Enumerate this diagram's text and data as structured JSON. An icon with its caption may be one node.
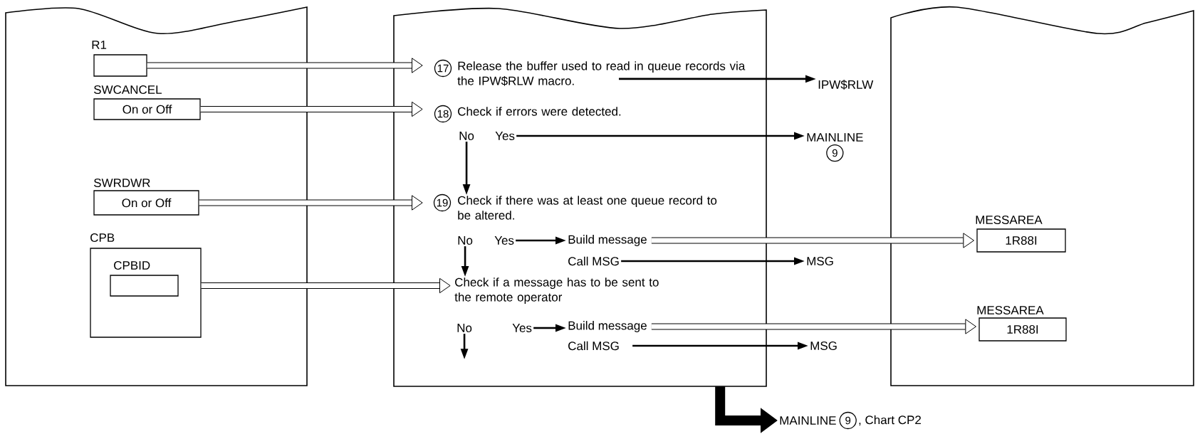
{
  "diagram": {
    "nodes": [
      {
        "text": [],
        "shape": "box"
      },
      {
        "text": [
          "R1"
        ],
        "in": 0
      },
      {
        "text": [
          "SWCANCEL",
          "On or Off"
        ],
        "in": 0
      },
      {
        "text": [
          "SWRDWR",
          "On or Off"
        ],
        "in": 0
      },
      {
        "text": [
          "CPB"
        ],
        "in": 0
      },
      {
        "text": [
          "CPBID"
        ],
        "in": 4
      },
      {
        "text": [],
        "shape": "box"
      },
      {
        "text": [
          "17",
          "Release the buffer used to read in queue records via the IPW$RLW macro."
        ],
        "in": 6
      },
      {
        "text": [
          "18",
          "Check if errors were detected."
        ],
        "in": 6
      },
      {
        "text": [
          "No"
        ],
        "in": 6
      },
      {
        "text": [
          "Yes"
        ],
        "in": 6
      },
      {
        "text": [
          "19",
          "Check if there was at least one queue record to be altered."
        ],
        "in": 6
      },
      {
        "text": [
          "No"
        ],
        "in": 6
      },
      {
        "text": [
          "Yes"
        ],
        "in": 6
      },
      {
        "text": [
          "Build message"
        ],
        "in": 6
      },
      {
        "text": [
          "Call MSG"
        ],
        "in": 6
      },
      {
        "text": [
          "Check if a message has to be sent to the remote operator"
        ],
        "in": 6
      },
      {
        "text": [
          "No"
        ],
        "in": 6
      },
      {
        "text": [
          "Yes"
        ],
        "in": 6
      },
      {
        "text": [
          "Build message"
        ],
        "in": 6
      },
      {
        "text": [
          "Call MSG"
        ],
        "in": 6
      },
      {
        "text": [
          "IPW$RLW"
        ]
      },
      {
        "text": [
          "MAINLINE",
          "9"
        ]
      },
      {
        "text": [
          "MSG"
        ]
      },
      {
        "text": [
          "MSG"
        ]
      },
      {
        "text": [],
        "shape": "box"
      },
      {
        "text": [
          "MESSAREA",
          "1R88I"
        ],
        "in": 25
      },
      {
        "text": [
          "MESSAREA",
          "1R88I"
        ],
        "in": 25
      },
      {
        "text": [
          "MAINLINE",
          "9",
          ", Chart CP2"
        ]
      }
    ],
    "edges": [
      {
        "from": 1,
        "to": 7,
        "arrow": "to",
        "style": "thick"
      },
      {
        "from": 2,
        "to": 8,
        "arrow": "to",
        "style": "thick"
      },
      {
        "from": 3,
        "to": 11,
        "arrow": "to",
        "style": "thick"
      },
      {
        "from": 4,
        "to": 16,
        "arrow": "to",
        "style": "thick"
      },
      {
        "from": 7,
        "to": 21,
        "arrow": "to"
      },
      {
        "from": 10,
        "to": 22,
        "arrow": "to"
      },
      {
        "from": 9,
        "to": 11,
        "arrow": "to"
      },
      {
        "from": 13,
        "to": 14,
        "arrow": "to"
      },
      {
        "from": 14,
        "to": 26,
        "arrow": "to",
        "style": "thick"
      },
      {
        "from": 15,
        "to": 23,
        "arrow": "to"
      },
      {
        "from": 12,
        "to": 16,
        "arrow": "to"
      },
      {
        "from": 18,
        "to": 19,
        "arrow": "to"
      },
      {
        "from": 19,
        "to": 27,
        "arrow": "to",
        "style": "thick"
      },
      {
        "from": 20,
        "to": 24,
        "arrow": "to"
      },
      {
        "from": 17,
        "to": null,
        "arrow": "to"
      },
      {
        "from": 6,
        "to": 28,
        "arrow": "to",
        "style": "thick"
      }
    ]
  }
}
